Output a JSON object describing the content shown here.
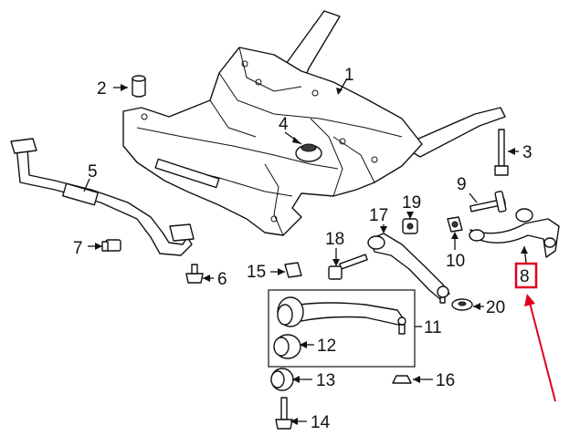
{
  "callouts": {
    "p1": "1",
    "p2": "2",
    "p3": "3",
    "p4": "4",
    "p5": "5",
    "p6": "6",
    "p7": "7",
    "p8": "8",
    "p9": "9",
    "p10": "10",
    "p11": "11",
    "p12": "12",
    "p13": "13",
    "p14": "14",
    "p15": "15",
    "p16": "16",
    "p17": "17",
    "p18": "18",
    "p19": "19",
    "p20": "20"
  },
  "highlight": {
    "part": "8",
    "color": "#e0001b"
  }
}
